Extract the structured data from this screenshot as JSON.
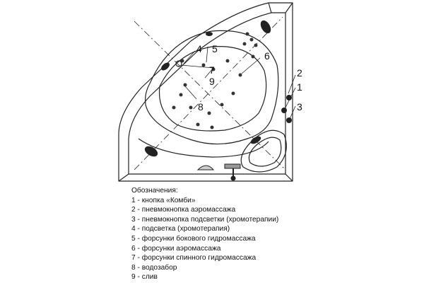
{
  "diagram": {
    "callouts": [
      "1",
      "2",
      "3",
      "4",
      "5",
      "6",
      "7",
      "8",
      "9"
    ]
  },
  "legend": {
    "title": "Обозначения:",
    "items": [
      "1 - кнопка «Комби»",
      "2 - пневмокнопка аэромассажа",
      "3 - пневмокнопка подсветки (хромотерапии)",
      "4 - подсветка (хромотерапия)",
      "5 - форсунки бокового гидромассажа",
      "6 - форсунки аэромассажа",
      "7 - форсунки спинного гидромассажа",
      "8 - водозабор",
      "9 - слив"
    ]
  }
}
